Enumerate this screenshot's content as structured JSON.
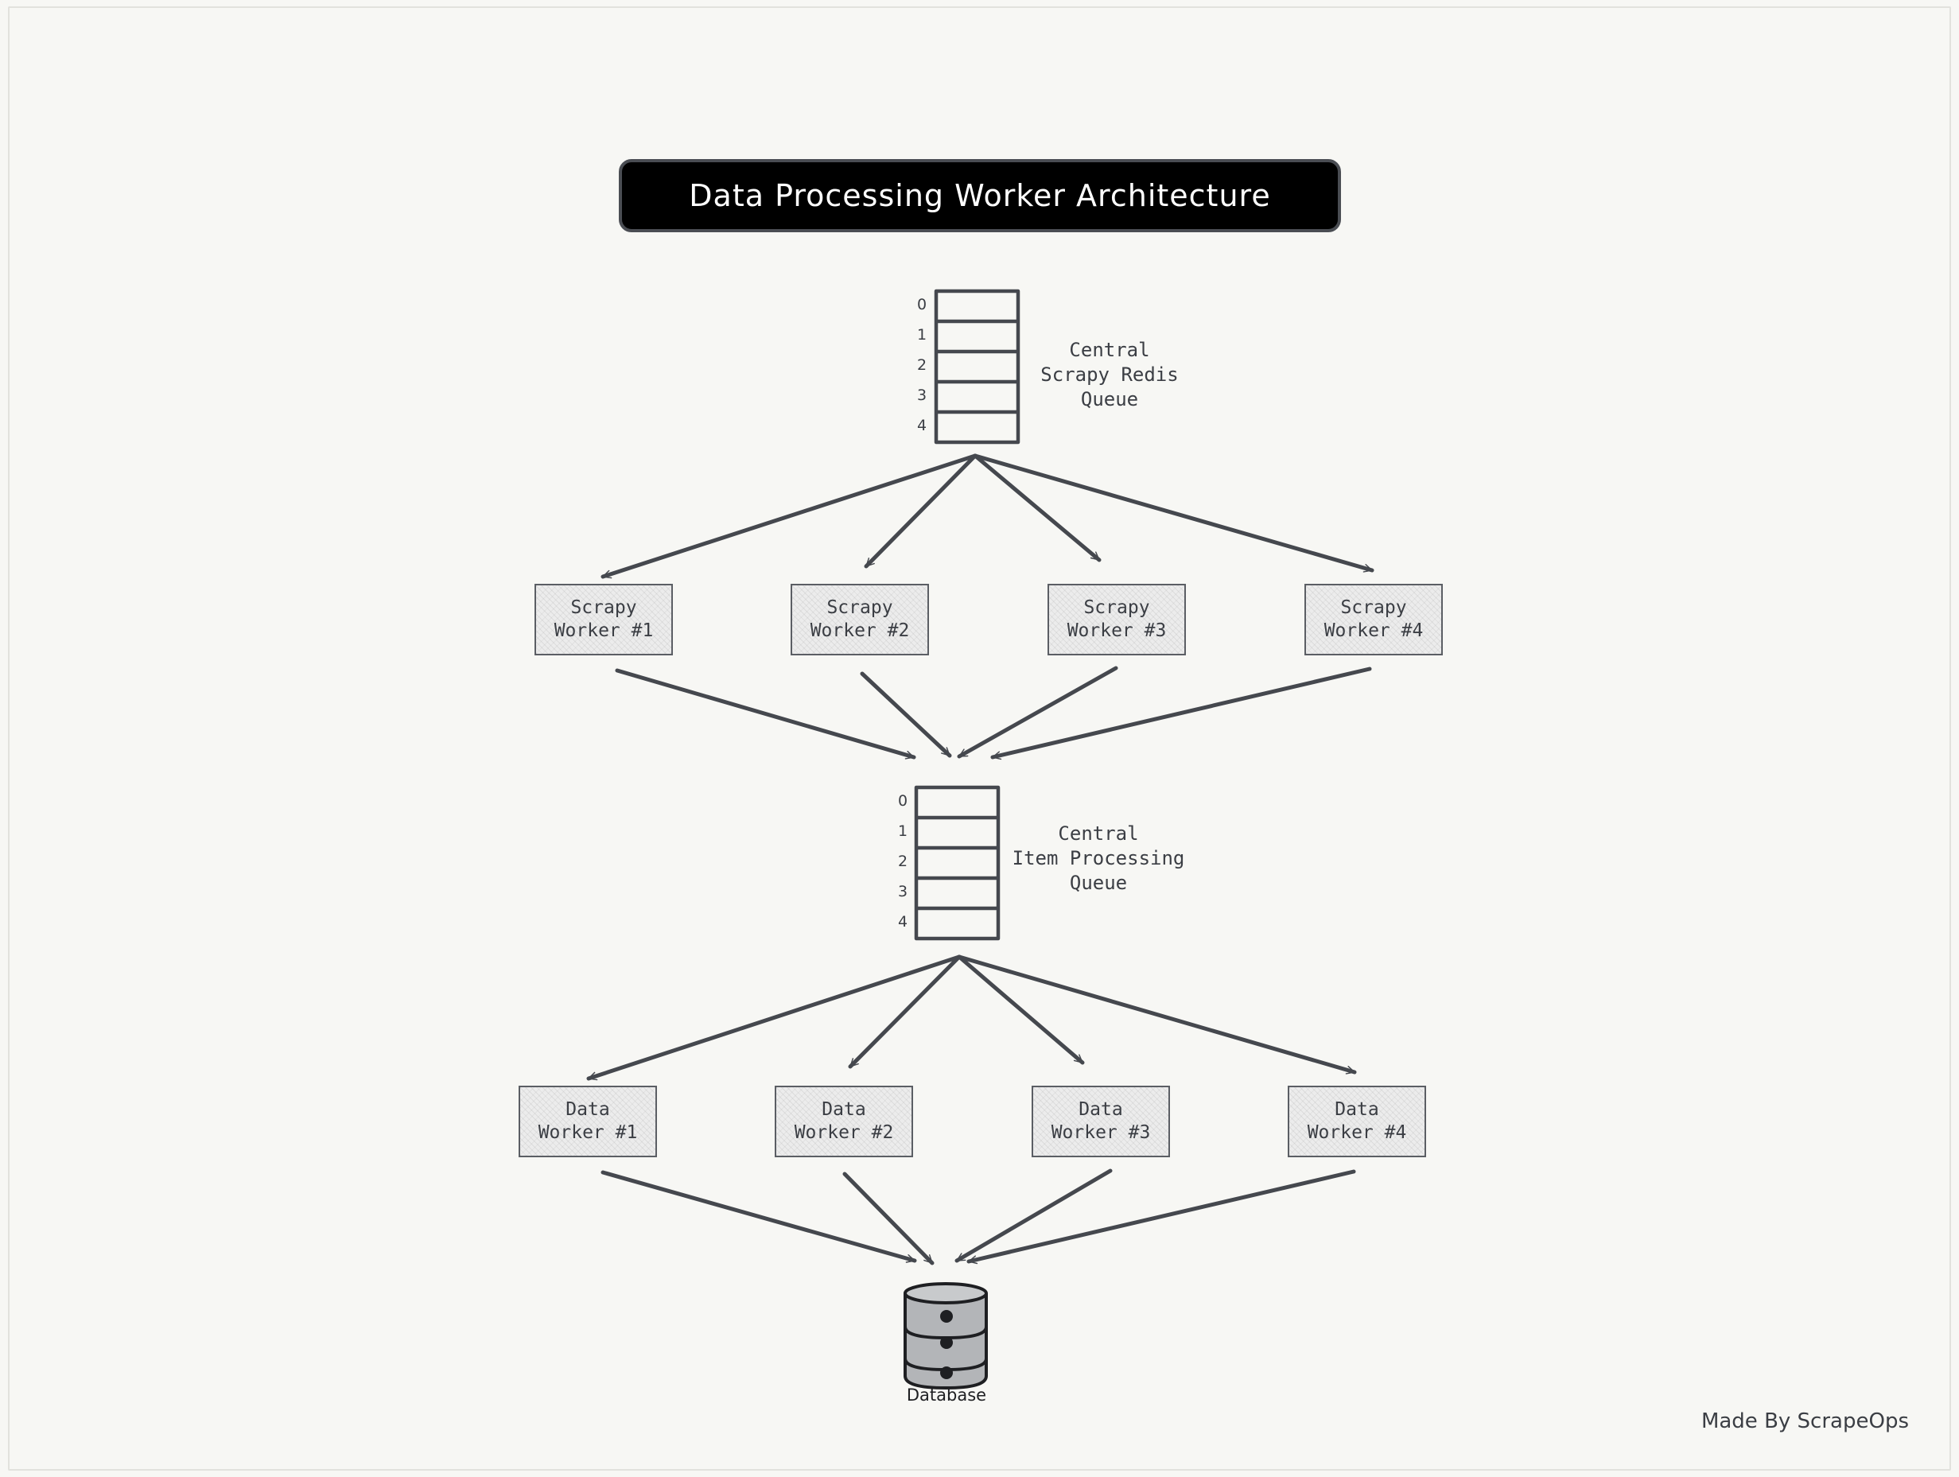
{
  "title": "Data Processing Worker Architecture",
  "queues": [
    {
      "caption": "Central\nScrapy Redis\nQueue",
      "slots": [
        "0",
        "1",
        "2",
        "3",
        "4"
      ]
    },
    {
      "caption": "Central\nItem Processing\nQueue",
      "slots": [
        "0",
        "1",
        "2",
        "3",
        "4"
      ]
    }
  ],
  "scrapy_workers": [
    "Scrapy\nWorker #1",
    "Scrapy\nWorker #2",
    "Scrapy\nWorker #3",
    "Scrapy\nWorker #4"
  ],
  "data_workers": [
    "Data\nWorker #1",
    "Data\nWorker #2",
    "Data\nWorker #3",
    "Data\nWorker #4"
  ],
  "database": {
    "label": "Database",
    "icon": "database-icon"
  },
  "footer": "Made By ScrapeOps",
  "colors": {
    "stroke": "#45484e",
    "title_bg": "#000000",
    "title_text": "#ffffff",
    "background": "#f7f7f4"
  }
}
